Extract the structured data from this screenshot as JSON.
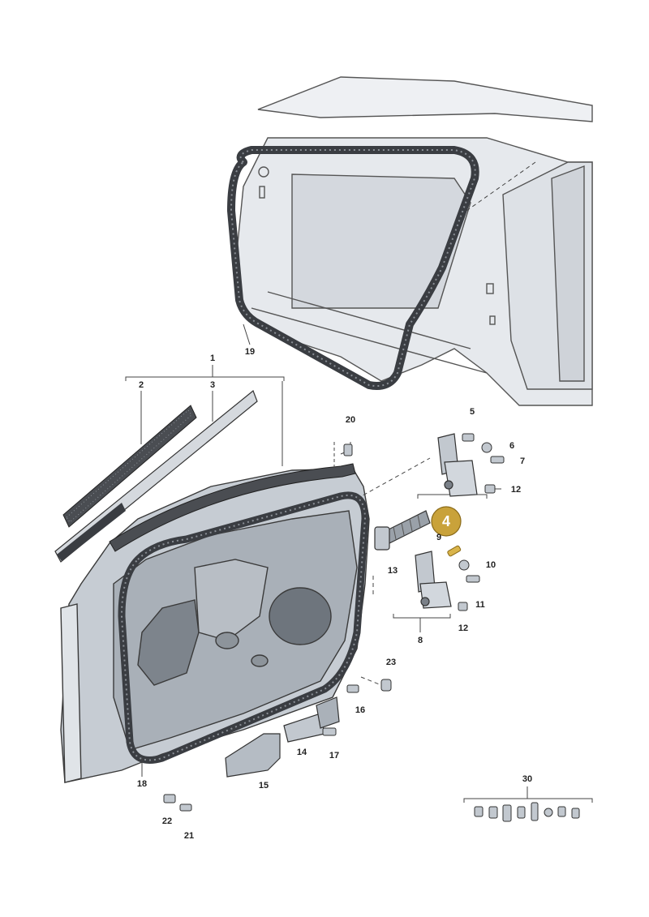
{
  "callouts": {
    "c1": "1",
    "c2": "2",
    "c3": "3",
    "c5": "5",
    "c6": "6",
    "c7": "7",
    "c8": "8",
    "c9": "9",
    "c10": "10",
    "c11": "11",
    "c12a": "12",
    "c12b": "12",
    "c13": "13",
    "c14": "14",
    "c15": "15",
    "c16": "16",
    "c17": "17",
    "c18": "18",
    "c19": "19",
    "c20": "20",
    "c21": "21",
    "c22": "22",
    "c23": "23",
    "c30": "30"
  },
  "highlight": {
    "label": "4",
    "color": "#c9a23a"
  },
  "colors": {
    "body_shade": "#d9dde3",
    "seal_dark": "#3a3d42",
    "outline": "#3a3a3a",
    "part_fill": "#bfc5cc"
  }
}
